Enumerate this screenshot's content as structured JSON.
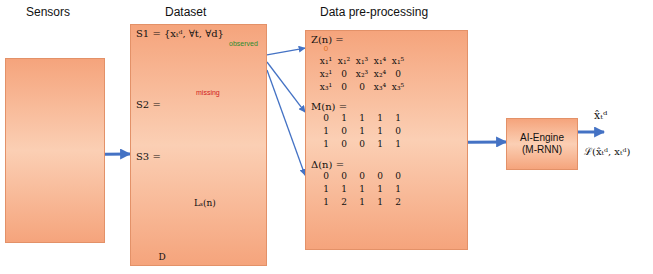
{
  "diagram": {
    "nodes": [
      {
        "text": [
          "Sensors"
        ]
      },
      {
        "text": [
          "Dataset",
          "S1 = {xₜᵈ, ∀t, ∀d}",
          "S2 =",
          "S3 ="
        ]
      },
      {
        "text": [
          "Data pre-processing",
          "Z(n) =",
          "M(n) =",
          "Δ(n) ="
        ]
      },
      {
        "text": [
          "AI-Engine (M-RNN)"
        ]
      }
    ],
    "edges": [
      {
        "from": 0,
        "to": 1,
        "arrow": "to"
      },
      {
        "from": 1,
        "to": 2,
        "arrow": "to"
      },
      {
        "from": 1,
        "to": 2,
        "arrow": "to"
      },
      {
        "from": 1,
        "to": 2,
        "arrow": "to"
      },
      {
        "from": 2,
        "to": 3,
        "arrow": "to"
      }
    ],
    "labels": [
      "observed",
      "missing",
      "Lₛ(n)",
      "D",
      "0",
      "x₁¹",
      "x₁²",
      "x₁³",
      "x₁⁴",
      "x₁⁵",
      "x₂¹",
      "0",
      "x₂³",
      "x₂⁴",
      "0",
      "x₃¹",
      "0",
      "0",
      "x₃⁴",
      "x₃⁵",
      "0",
      "1",
      "1",
      "1",
      "1",
      "1",
      "0",
      "1",
      "1",
      "0",
      "1",
      "0",
      "0",
      "1",
      "1",
      "0",
      "0",
      "0",
      "0",
      "0",
      "1",
      "1",
      "1",
      "1",
      "1",
      "1",
      "2",
      "1",
      "1",
      "2",
      "x̂ₜᵈ",
      "ℒ(x̂ₜᵈ, xₜᵈ)"
    ]
  }
}
